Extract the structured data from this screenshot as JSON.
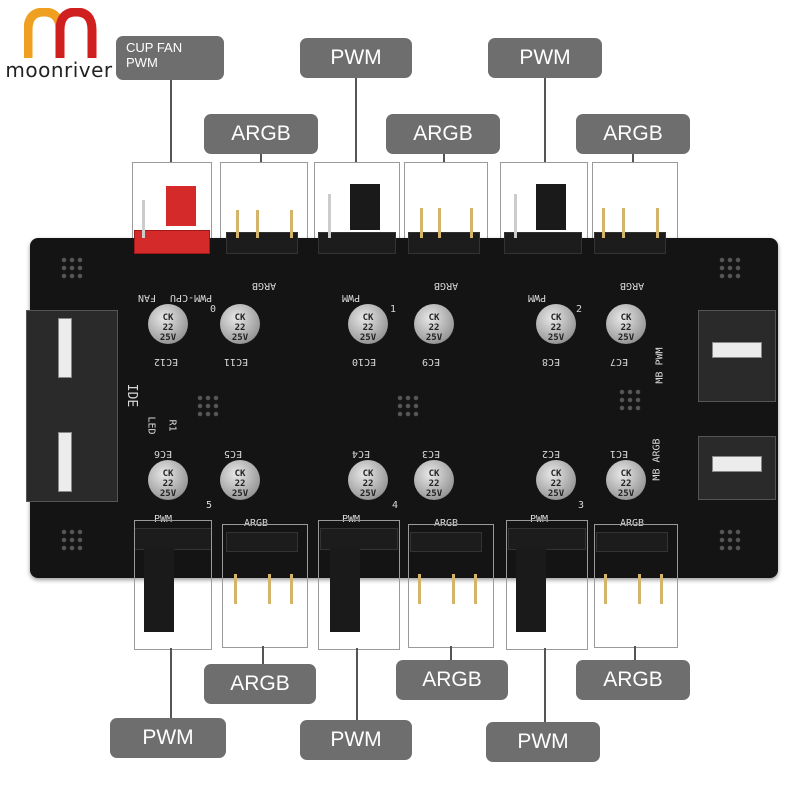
{
  "brand": {
    "name": "moonriver",
    "logo_colors": [
      "#f0a020",
      "#d01f1f"
    ]
  },
  "callouts": {
    "cup_fan_line1": "CUP FAN",
    "cup_fan_line2": "PWM",
    "top_pwm_1": "PWM",
    "top_pwm_2": "PWM",
    "top_argb_1": "ARGB",
    "top_argb_2": "ARGB",
    "top_argb_3": "ARGB",
    "bottom_argb_1": "ARGB",
    "bottom_argb_2": "ARGB",
    "bottom_argb_3": "ARGB",
    "bottom_pwm_1": "PWM",
    "bottom_pwm_2": "PWM",
    "bottom_pwm_3": "PWM"
  },
  "silkscreen": {
    "fan": "FAN",
    "pwm_cpu": "PWM-CPU",
    "argb": "ARGB",
    "pwm": "PWM",
    "ide": "IDE",
    "led": "LED",
    "r1": "R1",
    "mb_pwm": "MB PWM",
    "mb_argb": "MB ARGB",
    "numbers": [
      "0",
      "1",
      "2",
      "3",
      "4",
      "5"
    ],
    "caps": [
      "EC12",
      "EC11",
      "EC10",
      "EC9",
      "EC8",
      "EC7",
      "EC6",
      "EC5",
      "EC4",
      "EC3",
      "EC2",
      "EC1"
    ]
  },
  "capacitor": {
    "line1": "CK",
    "line2": "22",
    "line3": "25V"
  },
  "colors": {
    "board": "#141414",
    "label_bg": "#6e6e6e",
    "cpu_header": "#d42a2a",
    "pin": "#d4b46b"
  }
}
